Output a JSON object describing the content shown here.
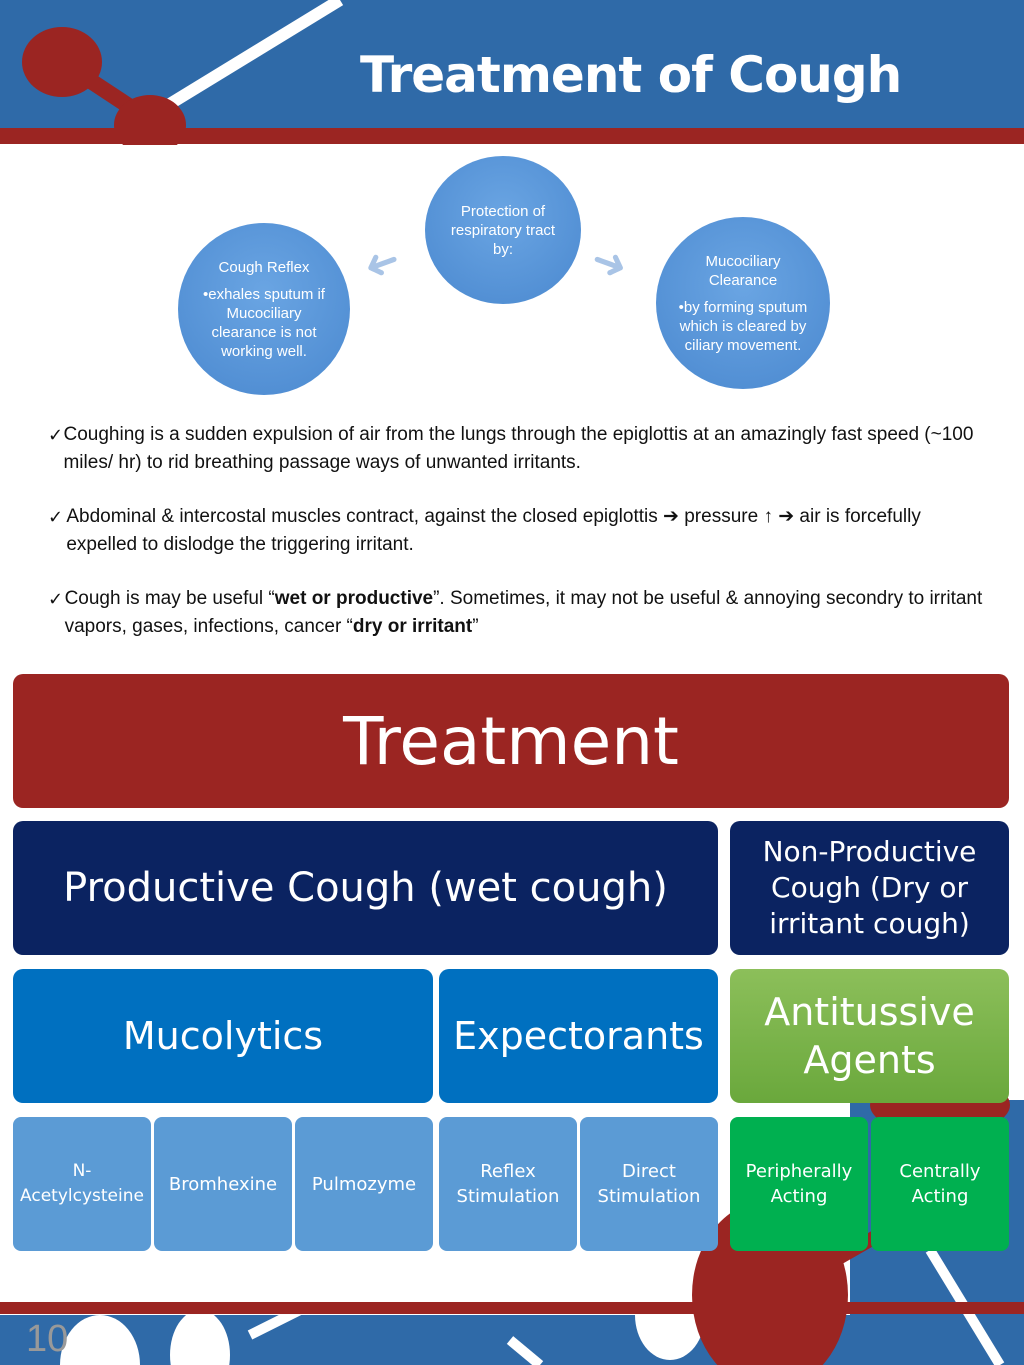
{
  "title": "Treatment of Cough",
  "diagram": {
    "center": "Protection of respiratory tract by:",
    "left": {
      "title": "Cough Reflex",
      "bullet": "•exhales sputum if Mucociliary clearance is not working well."
    },
    "right": {
      "title": "Mucociliary Clearance",
      "bullet": "•by forming sputum which is cleared by ciliary movement."
    }
  },
  "bullets": [
    {
      "text": "Coughing is a sudden expulsion of air from the lungs through the epiglottis at an amazingly fast speed (~100 miles/ hr) to rid breathing passage ways of unwanted irritants."
    },
    {
      "a": "Abdominal & intercostal muscles contract, against the closed epiglottis ",
      "b": " pressure ",
      "c": " air is forcefully expelled  to dislodge the triggering irritant."
    },
    {
      "a": "Cough is may be useful “",
      "b": "wet or productive",
      "c": "”. Sometimes, it may not be useful & annoying secondry to irritant vapors, gases, infections, cancer “",
      "d": "dry or irritant",
      "e": "”"
    }
  ],
  "treatment": {
    "header": "Treatment",
    "productive": "Productive Cough (wet cough)",
    "nonproductive": "Non-Productive Cough (Dry or irritant cough)",
    "mucolytics": "Mucolytics",
    "expectorants": "Expectorants",
    "antitussive": "Antitussive Agents",
    "leaves": [
      "N-Acetylcysteine",
      "Bromhexine",
      "Pulmozyme",
      "Reflex Stimulation",
      "Direct Stimulation",
      "Peripherally Acting",
      "Centrally Acting"
    ]
  },
  "page_number": "10"
}
